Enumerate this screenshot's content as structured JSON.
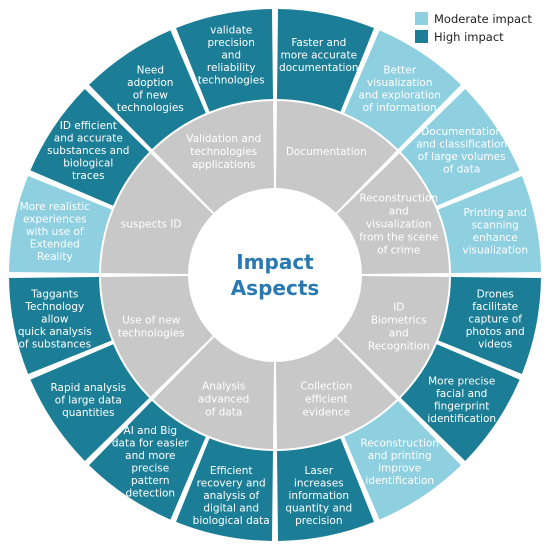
{
  "colors": {
    "moderate": "#8ecfe0",
    "high": "#1b7e96",
    "inner": "#c8c8c8",
    "center": "#ffffff",
    "center_text": "#2a7ab0",
    "outer_text": "#ffffff",
    "inner_text": "#ffffff"
  },
  "legend": [
    {
      "label": "Moderate impact",
      "level": "moderate"
    },
    {
      "label": "High impact",
      "level": "high"
    }
  ],
  "center": {
    "lines": [
      "Impact",
      "Aspects"
    ]
  },
  "categories": [
    {
      "id": "documentation",
      "lines": [
        "Documentation"
      ]
    },
    {
      "id": "reconstruction",
      "lines": [
        "Reconstruction",
        "and",
        "visualization",
        "from the scene",
        "of crime"
      ]
    },
    {
      "id": "id-biometrics",
      "lines": [
        "ID",
        "Biometrics",
        "and",
        "Recognition"
      ]
    },
    {
      "id": "collection",
      "lines": [
        "Collection",
        "efficient",
        "evidence"
      ]
    },
    {
      "id": "analysis",
      "lines": [
        "Analysis",
        "advanced",
        "of data"
      ]
    },
    {
      "id": "new-technologies",
      "lines": [
        "Use of new",
        "technologies"
      ]
    },
    {
      "id": "suspects-id",
      "lines": [
        "suspects ID"
      ]
    },
    {
      "id": "validation",
      "lines": [
        "Validation and",
        "technologies",
        "applications"
      ]
    }
  ],
  "aspects": [
    {
      "lines": [
        "Faster and",
        "more accurate",
        "documentation"
      ],
      "level": "high"
    },
    {
      "lines": [
        "Better",
        "visualization",
        "and exploration",
        "of information"
      ],
      "level": "moderate"
    },
    {
      "lines": [
        "Documentation",
        "and classification",
        "of large volumes",
        "of data"
      ],
      "level": "moderate"
    },
    {
      "lines": [
        "Printing and",
        "scanning",
        "enhance",
        "visualization"
      ],
      "level": "moderate"
    },
    {
      "lines": [
        "Drones",
        "facilitate",
        "capture of",
        "photos and",
        "videos"
      ],
      "level": "high"
    },
    {
      "lines": [
        "More precise",
        "facial and",
        "fingerprint",
        "identification"
      ],
      "level": "high"
    },
    {
      "lines": [
        "Reconstruction",
        "and printing",
        "improve",
        "identification"
      ],
      "level": "moderate"
    },
    {
      "lines": [
        "Laser",
        "increases",
        "information",
        "quantity and",
        "precision"
      ],
      "level": "high"
    },
    {
      "lines": [
        "Efficient",
        "recovery and",
        "analysis of",
        "digital and",
        "biological data"
      ],
      "level": "high"
    },
    {
      "lines": [
        "AI and Big",
        "data for easier",
        "and more",
        "precise",
        "pattern",
        "detection"
      ],
      "level": "high"
    },
    {
      "lines": [
        "Rapid analysis",
        "of large data",
        "quantities"
      ],
      "level": "high"
    },
    {
      "lines": [
        "Taggants",
        "Technology",
        "allow",
        "quick analysis",
        "of substances"
      ],
      "level": "high"
    },
    {
      "lines": [
        "More realistic",
        "experiences",
        "with use of",
        "Extended",
        "Reality"
      ],
      "level": "moderate"
    },
    {
      "lines": [
        "ID efficient",
        "and accurate",
        "substances and",
        "biological",
        "traces"
      ],
      "level": "high"
    },
    {
      "lines": [
        "Need",
        "adoption",
        "of new",
        "technologies"
      ],
      "level": "high"
    },
    {
      "lines": [
        "validate",
        "precision",
        "and",
        "reliability",
        "technologies"
      ],
      "level": "high"
    }
  ]
}
